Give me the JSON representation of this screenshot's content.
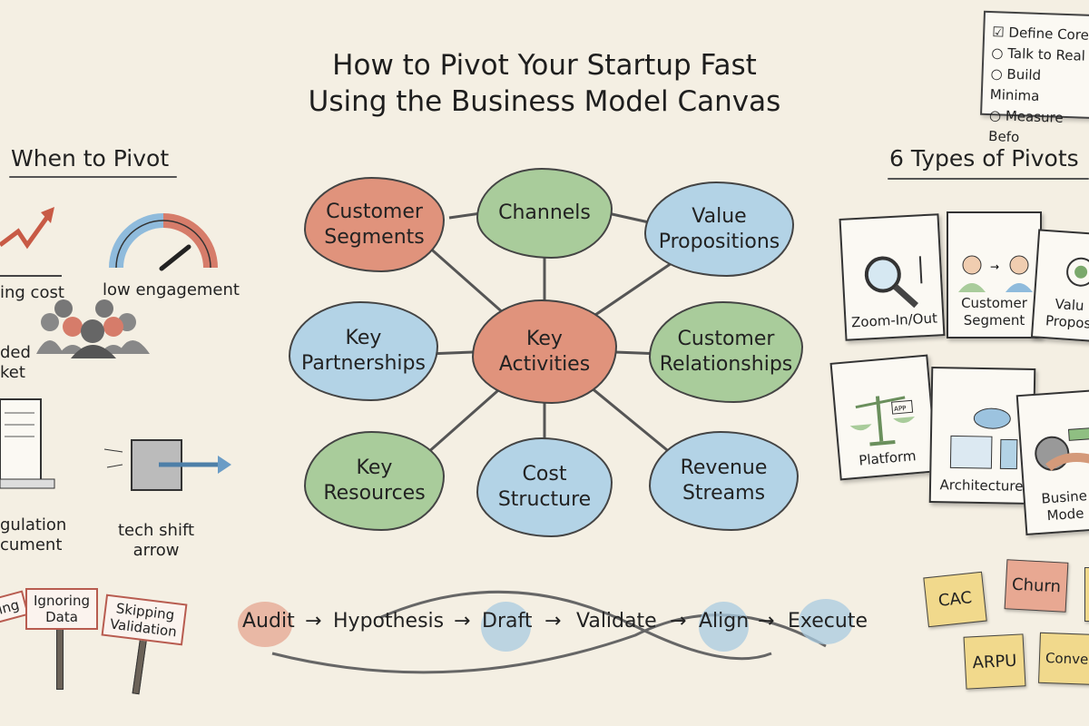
{
  "title": {
    "line1": "How to Pivot Your Startup Fast",
    "line2": "Using the Business Model Canvas"
  },
  "left": {
    "heading": "When to Pivot",
    "items": [
      {
        "label": "ing cost",
        "icon": "rising-arrow-chart-icon"
      },
      {
        "label": "low engagement",
        "icon": "gauge-icon"
      },
      {
        "label_line1": "ded",
        "label_line2": "ket",
        "icon": "crowd-icon"
      },
      {
        "label_line1": "gulation",
        "label_line2": "cument",
        "icon": "document-icon"
      },
      {
        "label_line1": "tech shift",
        "label_line2": "arrow",
        "icon": "chip-arrow-icon"
      }
    ],
    "signs": [
      "ing",
      "Ignoring Data",
      "Skipping Validation"
    ]
  },
  "canvas": {
    "blocks": [
      {
        "l1": "Customer",
        "l2": "Segments",
        "color": "#e0937c"
      },
      {
        "l1": "Channels",
        "l2": "",
        "color": "#a9cc9b"
      },
      {
        "l1": "Value",
        "l2": "Propositions",
        "color": "#b3d3e6"
      },
      {
        "l1": "Key",
        "l2": "Partnerships",
        "color": "#b3d3e6"
      },
      {
        "l1": "Key",
        "l2": "Activities",
        "color": "#e0937c"
      },
      {
        "l1": "Customer",
        "l2": "Relationships",
        "color": "#a9cc9b"
      },
      {
        "l1": "Key",
        "l2": "Resources",
        "color": "#a9cc9b"
      },
      {
        "l1": "Cost",
        "l2": "Structure",
        "color": "#b3d3e6"
      },
      {
        "l1": "Revenue",
        "l2": "Streams",
        "color": "#b3d3e6"
      }
    ]
  },
  "flow": {
    "steps": [
      "Audit",
      "Hypothesis",
      "Draft",
      "Validate",
      "Align",
      "Execute"
    ],
    "arrow": "→"
  },
  "checklist": {
    "items": [
      {
        "label": "Define Core",
        "checked": true
      },
      {
        "label": "Talk to Real",
        "checked": false
      },
      {
        "label": "Build Minima",
        "checked": false
      },
      {
        "label": "Measure Befo",
        "checked": false
      }
    ]
  },
  "right": {
    "heading": "6 Types of Pivots",
    "cards": [
      {
        "l1": "Zoom-In/Out",
        "l2": "",
        "icon": "magnifier-icon"
      },
      {
        "l1": "Customer",
        "l2": "Segment",
        "icon": "people-swap-icon"
      },
      {
        "l1": "Valu",
        "l2": "Propos",
        "icon": "lightbulb-gear-icon"
      },
      {
        "l1": "Platform",
        "l2": "",
        "icon": "scale-icon",
        "badge": "APP"
      },
      {
        "l1": "Architecture",
        "l2": "",
        "icon": "cloud-server-icon"
      },
      {
        "l1": "Busine",
        "l2": "Mode",
        "icon": "handshake-gear-icon"
      }
    ],
    "metrics": [
      "CAC",
      "Churn",
      "ARPU",
      "Convers"
    ]
  }
}
